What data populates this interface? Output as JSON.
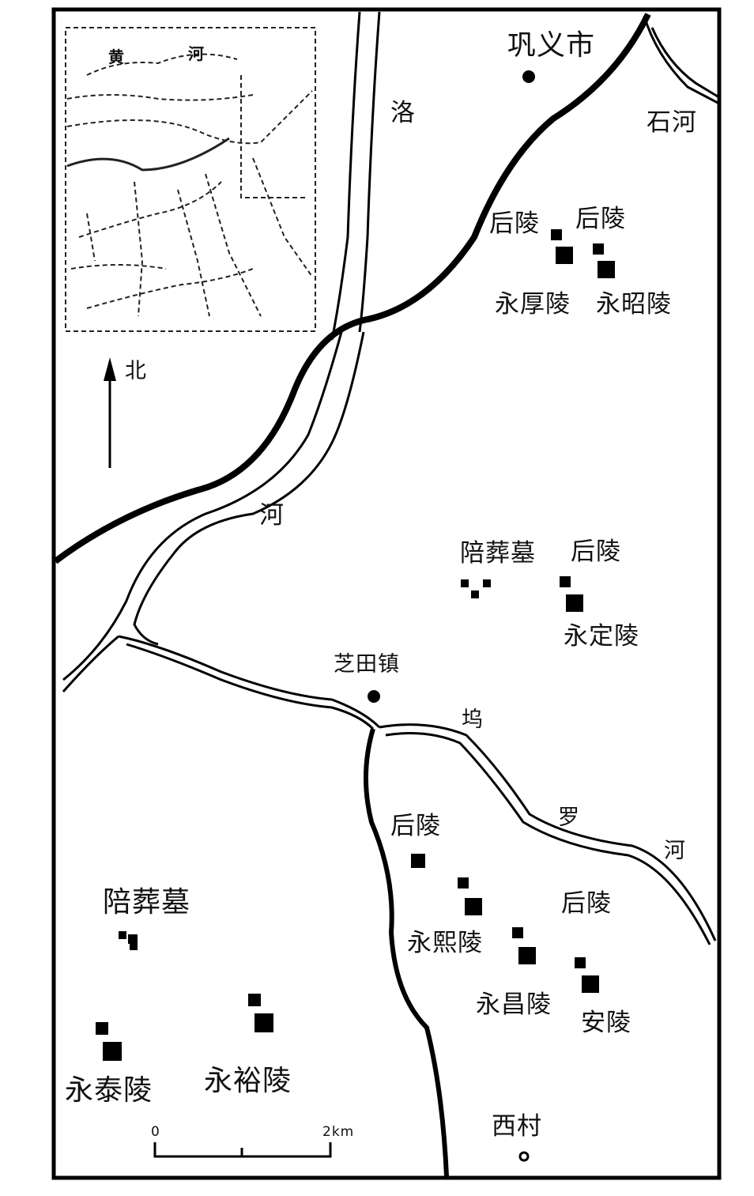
{
  "map": {
    "title": "",
    "compass": {
      "label": "北",
      "icon": "north-arrow-icon"
    },
    "inset": {
      "label_left": "黄",
      "label_right": "河"
    },
    "scale_bar": {
      "start": "0",
      "end": "2km"
    },
    "rivers": {
      "luo_he": {
        "char1": "洛",
        "char2": "河"
      },
      "shi_he": "石河",
      "wuluo_he": {
        "char1": "坞",
        "char2": "罗",
        "char3": "河"
      }
    },
    "settlements": {
      "gongyi": "巩义市",
      "zhitian": "芝田镇",
      "xicun": "西村"
    },
    "tombs": {
      "houling_1": "后陵",
      "houling_2": "后陵",
      "yonghou": "永厚陵",
      "yongzhao": "永昭陵",
      "peizangmu_1": "陪葬墓",
      "houling_3": "后陵",
      "yongding": "永定陵",
      "houling_4": "后陵",
      "houling_5": "后陵",
      "yongxi": "永熙陵",
      "yongchang": "永昌陵",
      "anling": "安陵",
      "peizangmu_2": "陪葬墓",
      "yongtai": "永泰陵",
      "yongyu": "永裕陵"
    }
  }
}
